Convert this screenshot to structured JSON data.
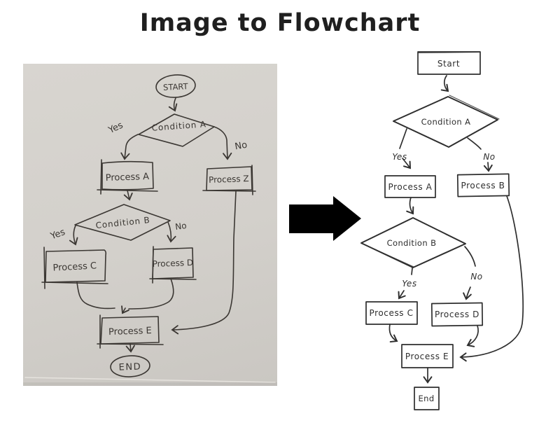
{
  "title": "Image to Flowchart",
  "colors": {
    "page-bg": "#ffffff",
    "title-color": "#1f1f1f",
    "photo-bg": "#d3d0cb",
    "photo-ink": "#3b3733",
    "chart-ink": "#2e2e2e",
    "arrow-color": "#000000"
  },
  "photo": {
    "labels": {
      "start": "START",
      "cond_a": "Condition A",
      "yes1": "Yes",
      "no1": "No",
      "proc_a": "Process A",
      "proc_z": "Process Z",
      "cond_b": "Condition B",
      "yes2": "Yes",
      "no2": "No",
      "proc_c": "Process C",
      "proc_d": "Process D",
      "proc_e": "Process E",
      "end": "END"
    }
  },
  "chart": {
    "labels": {
      "start": "Start",
      "cond_a": "Condition A",
      "yes1": "Yes",
      "no1": "No",
      "proc_a": "Process A",
      "proc_b": "Process B",
      "cond_b": "Condition B",
      "yes2": "Yes",
      "no2": "No",
      "proc_c": "Process C",
      "proc_d": "Process D",
      "proc_e": "Process E",
      "end": "End"
    },
    "edges": [
      {
        "from": "Start",
        "to": "Condition A",
        "label": ""
      },
      {
        "from": "Condition A",
        "to": "Process A",
        "label": "Yes"
      },
      {
        "from": "Condition A",
        "to": "Process B",
        "label": "No"
      },
      {
        "from": "Process A",
        "to": "Condition B",
        "label": ""
      },
      {
        "from": "Condition B",
        "to": "Process C",
        "label": "Yes"
      },
      {
        "from": "Condition B",
        "to": "Process D",
        "label": "No"
      },
      {
        "from": "Process C",
        "to": "Process E",
        "label": ""
      },
      {
        "from": "Process D",
        "to": "Process E",
        "label": ""
      },
      {
        "from": "Process B",
        "to": "Process E",
        "label": ""
      },
      {
        "from": "Process E",
        "to": "End",
        "label": ""
      }
    ]
  }
}
